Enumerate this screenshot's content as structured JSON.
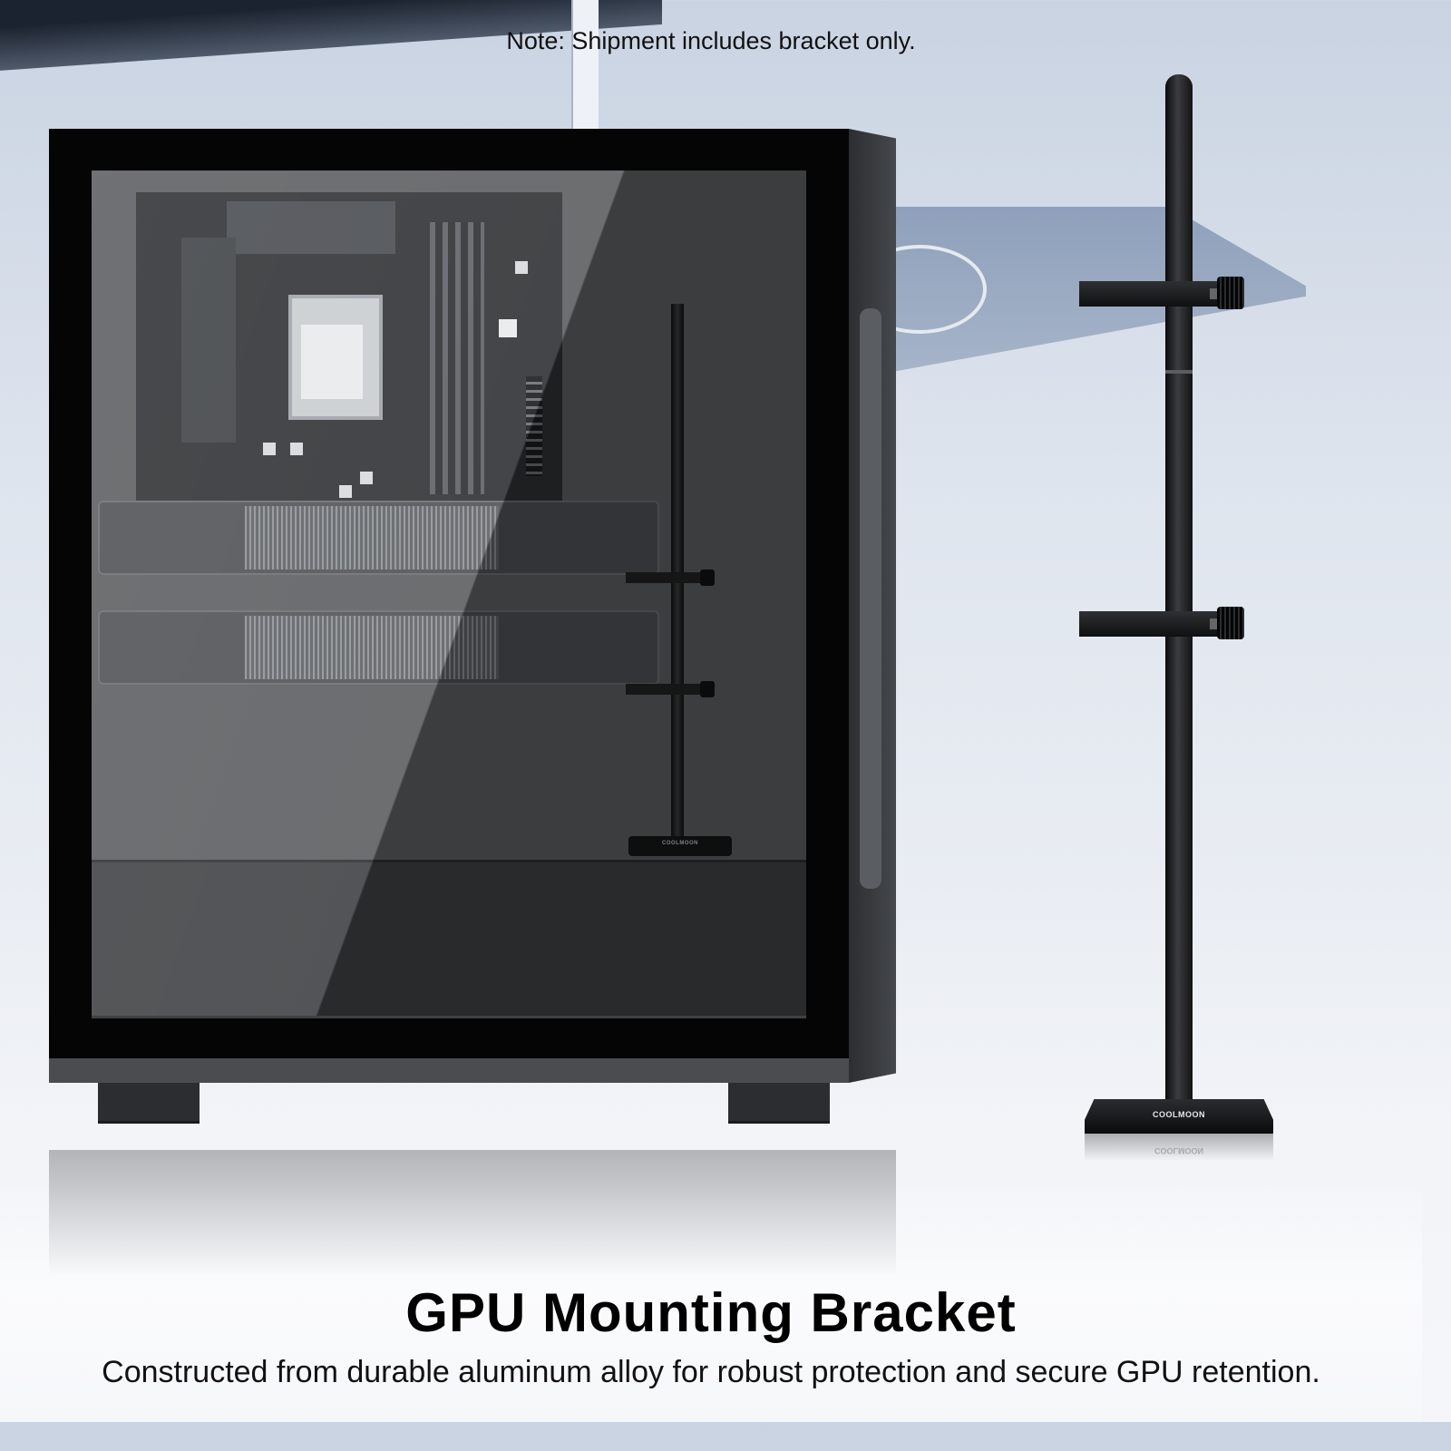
{
  "note": "Note: Shipment includes bracket only.",
  "title": "GPU Mounting Bracket",
  "subtitle": "Constructed from durable aluminum alloy for robust protection and secure GPU retention.",
  "brand_logo": "COOLMOON",
  "colors": {
    "case": "#050505",
    "bracket": "#1a1b1d",
    "background": "#dfe5ee"
  }
}
